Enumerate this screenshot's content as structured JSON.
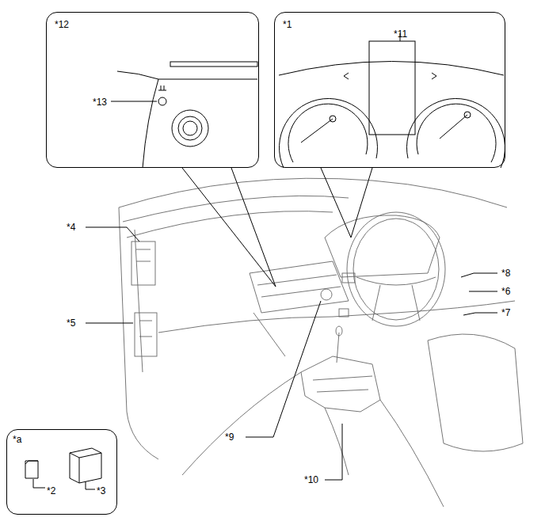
{
  "diagram": {
    "nodes": [
      {
        "text": [
          "*12",
          "*13"
        ]
      },
      {
        "text": [
          "*1",
          "*11"
        ]
      },
      {
        "text": [
          "*a",
          "*2",
          "*3"
        ]
      }
    ],
    "labels": [
      "*4",
      "*5",
      "*8",
      "*6",
      "*7",
      "*9",
      "*10"
    ]
  }
}
